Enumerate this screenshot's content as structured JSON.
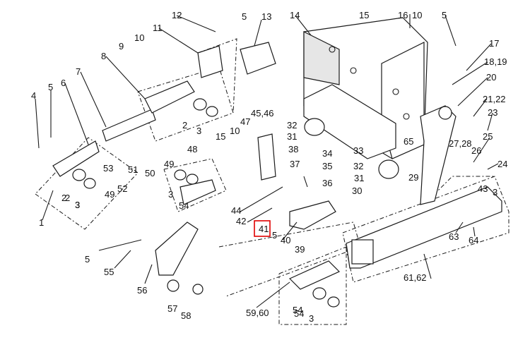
{
  "diagram": {
    "highlight_color": "#e00000",
    "highlighted_callout": "41",
    "callouts": [
      "1",
      "2",
      "3",
      "4",
      "5",
      "6",
      "7",
      "8",
      "9",
      "10",
      "11",
      "12",
      "13",
      "14",
      "15",
      "16",
      "17",
      "18,19",
      "20",
      "21,22",
      "23",
      "24",
      "25",
      "26",
      "27,28",
      "29",
      "30",
      "31",
      "32",
      "33",
      "34",
      "35",
      "36",
      "37",
      "38",
      "39",
      "40",
      "41",
      "42",
      "43",
      "44",
      "45,46",
      "47",
      "48",
      "49",
      "50",
      "51",
      "52",
      "53",
      "54",
      "55",
      "56",
      "57",
      "58",
      "59,60",
      "61,62",
      "63",
      "64",
      "65",
      "2",
      "3",
      "5",
      "10",
      "15",
      "3",
      "54",
      "5",
      "10",
      "5",
      "31",
      "32",
      "54",
      "3",
      "3",
      "5",
      "2",
      "3",
      "49"
    ]
  }
}
